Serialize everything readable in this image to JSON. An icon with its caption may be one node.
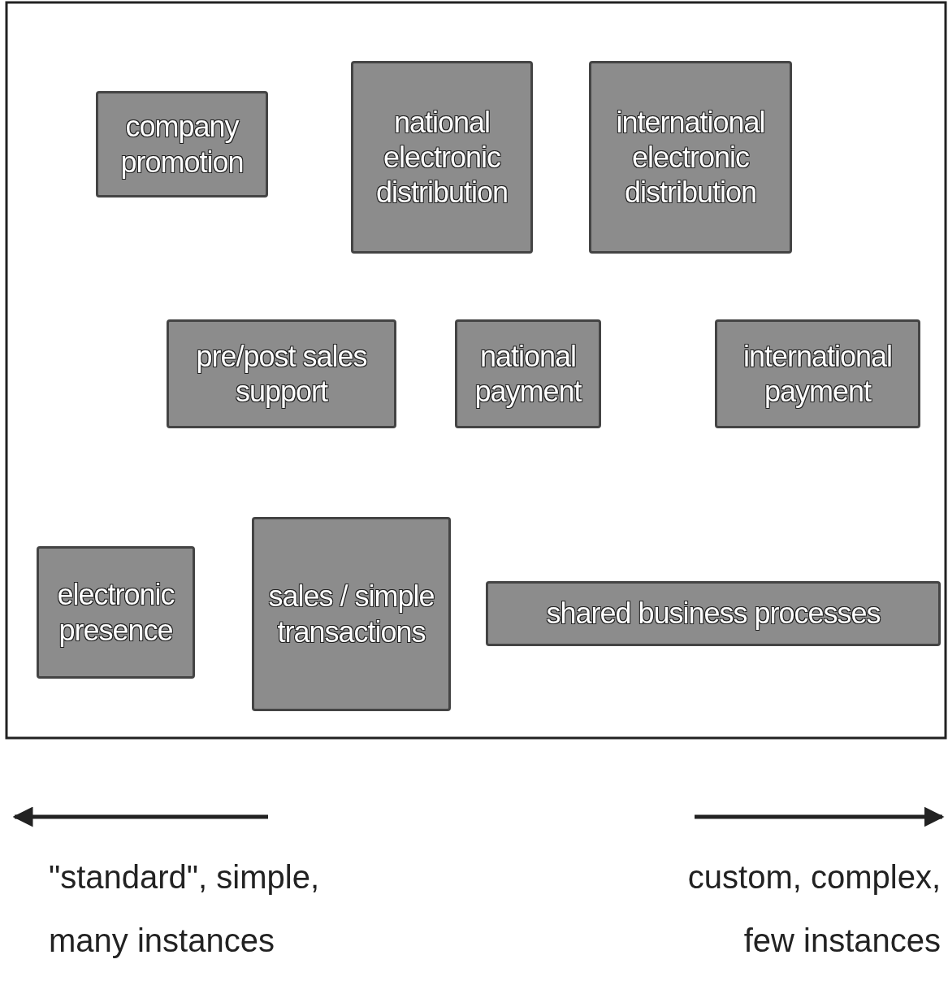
{
  "diagram": {
    "nodes": [
      {
        "text": [
          "company promotion"
        ]
      },
      {
        "text": [
          "national electronic distribution"
        ]
      },
      {
        "text": [
          "international electronic distribution"
        ]
      },
      {
        "text": [
          "pre/post sales support"
        ]
      },
      {
        "text": [
          "national payment"
        ]
      },
      {
        "text": [
          "international payment"
        ]
      },
      {
        "text": [
          "electronic presence"
        ]
      },
      {
        "text": [
          "sales / simple transactions"
        ]
      },
      {
        "text": [
          "shared business processes"
        ]
      }
    ],
    "labels": [
      "\"standard\", simple, many instances",
      "custom, complex, few instances"
    ]
  }
}
